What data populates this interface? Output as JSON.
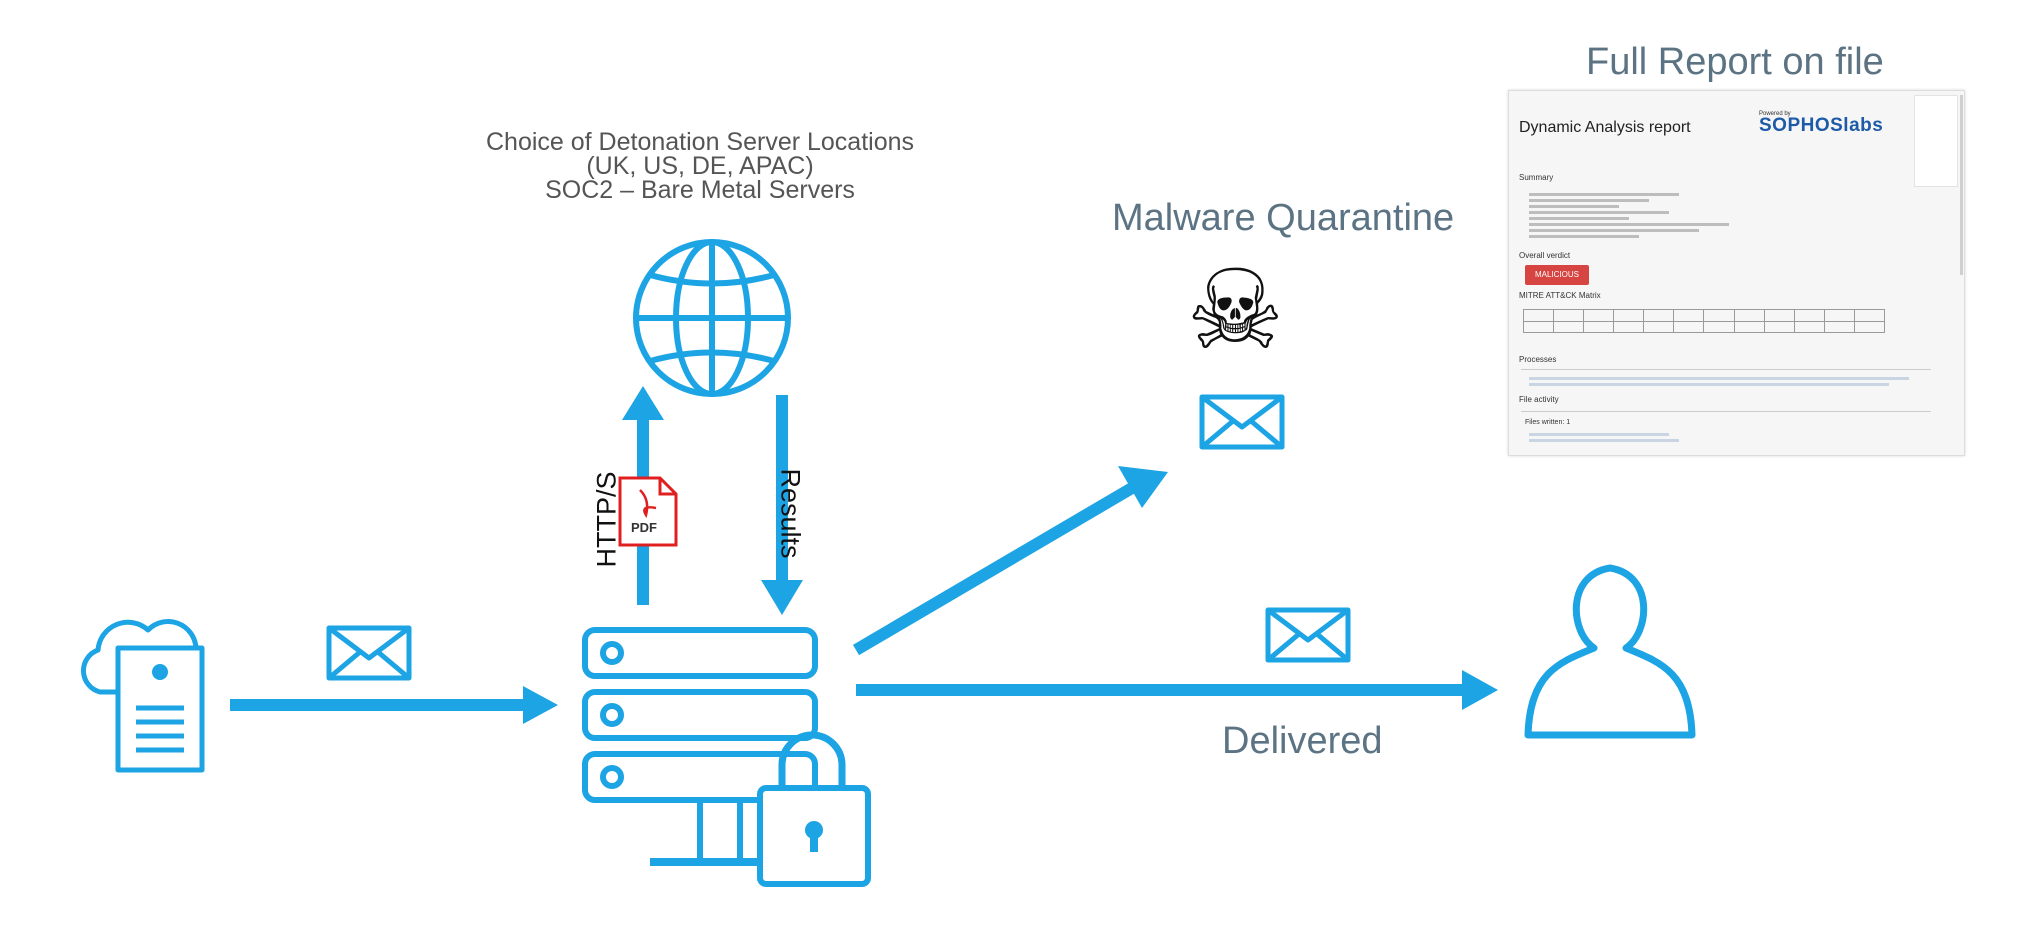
{
  "detonation": {
    "title_lines": [
      "Choice of Detonation Server Locations",
      "(UK, US, DE, APAC)",
      "SOC2 – Bare Metal Servers"
    ]
  },
  "labels": {
    "https": "HTTP/S",
    "results": "Results",
    "pdf": "PDF",
    "delivered": "Delivered",
    "malware_quarantine": "Malware Quarantine",
    "full_report": "Full Report on file"
  },
  "report": {
    "title": "Dynamic Analysis report",
    "powered_by": "Powered by",
    "brand": "SOPHOSlabs",
    "summary_heading": "Summary",
    "overall_verdict_heading": "Overall verdict",
    "verdict": "MALICIOUS",
    "mitre_heading": "MITRE ATT&CK Matrix",
    "processes_heading": "Processes",
    "file_activity_heading": "File activity",
    "files_written": "Files written: 1"
  },
  "colors": {
    "accent": "#1da4e4",
    "label_gray": "#5b7383",
    "verdict_red": "#d64541",
    "pdf_red": "#e02020"
  },
  "icons": [
    "cloud-document-icon",
    "envelope-icon",
    "globe-icon",
    "pdf-file-icon",
    "server-stack-icon",
    "padlock-icon",
    "skull-crossbones-icon",
    "user-icon"
  ]
}
